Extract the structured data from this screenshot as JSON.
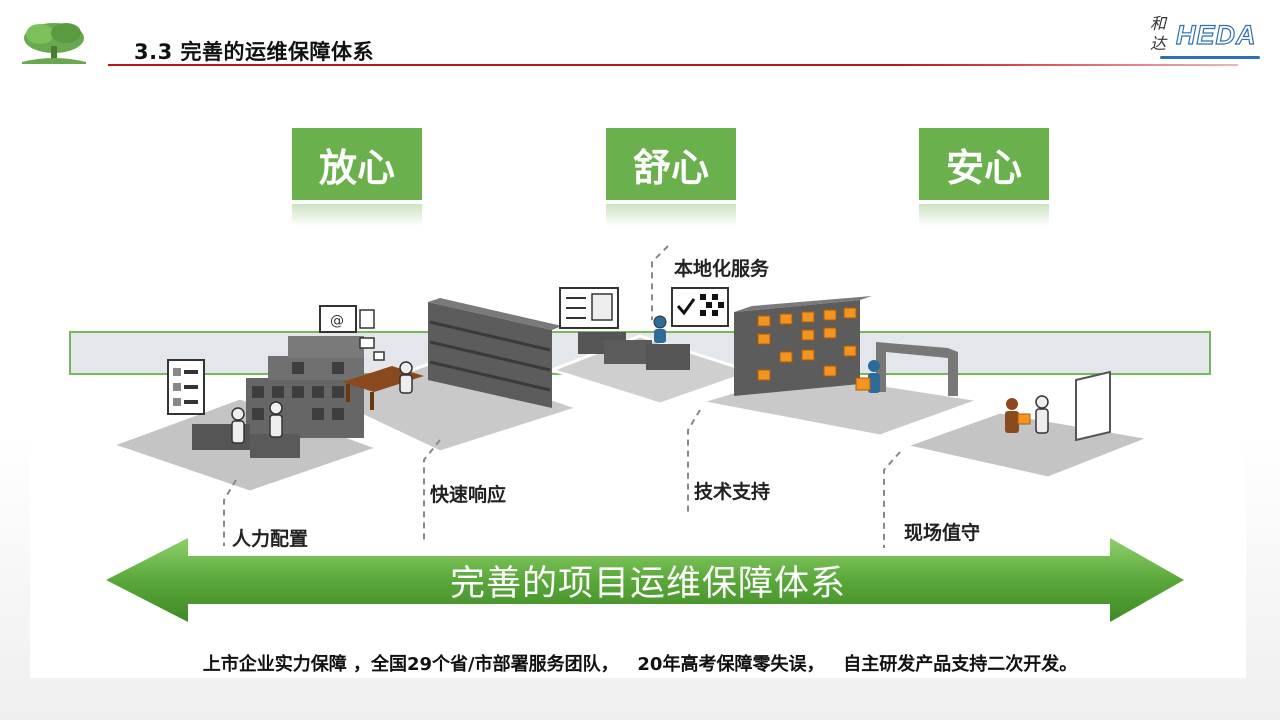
{
  "header": {
    "title": "3.3 完善的运维保障体系",
    "logo_chars": "和达",
    "logo_text": "HEDA"
  },
  "badges": [
    "放心",
    "舒心",
    "安心"
  ],
  "labels": {
    "local_service": "本地化服务",
    "quick_response": "快速响应",
    "tech_support": "技术支持",
    "manpower": "人力配置",
    "onsite": "现场值守"
  },
  "banner": {
    "text": "完善的项目运维保障体系"
  },
  "footer": {
    "text": "上市企业实力保障 ，全国29个省/市部署服务团队，   20年高考保障零失误，   自主研发产品支持二次开发。"
  },
  "colors": {
    "accent_green": "#6ab04c",
    "title_rule": "#c0141c",
    "logo_blue": "#2f6fb3"
  }
}
